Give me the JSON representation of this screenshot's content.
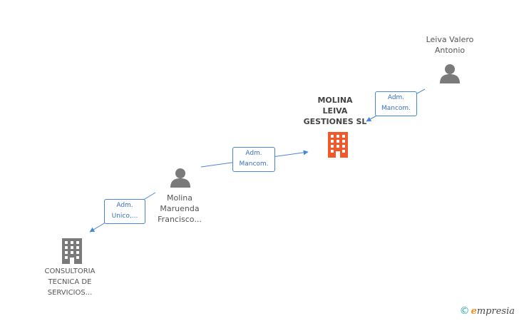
{
  "nodes": {
    "company_main": {
      "lines": [
        "MOLINA",
        "LEIVA",
        "GESTIONES SL"
      ],
      "color": "#f05a2a"
    },
    "person_top": {
      "lines": [
        "Leiva Valero",
        "Antonio"
      ]
    },
    "person_middle": {
      "lines": [
        "Molina",
        "Maruenda",
        "Francisco..."
      ]
    },
    "company_bottom": {
      "lines": [
        "CONSULTORIA",
        "TECNICA DE",
        "SERVICIOS..."
      ]
    }
  },
  "edges": [
    {
      "lines": [
        "Adm.",
        "Mancom."
      ]
    },
    {
      "lines": [
        "Adm.",
        "Mancom."
      ]
    },
    {
      "lines": [
        "Adm.",
        "Unico,..."
      ]
    }
  ],
  "colors": {
    "edge": "#4a86d8",
    "icon_gray": "#7a7a7a"
  },
  "brand": {
    "copyright": "©",
    "e": "e",
    "rest": "mpresia"
  }
}
